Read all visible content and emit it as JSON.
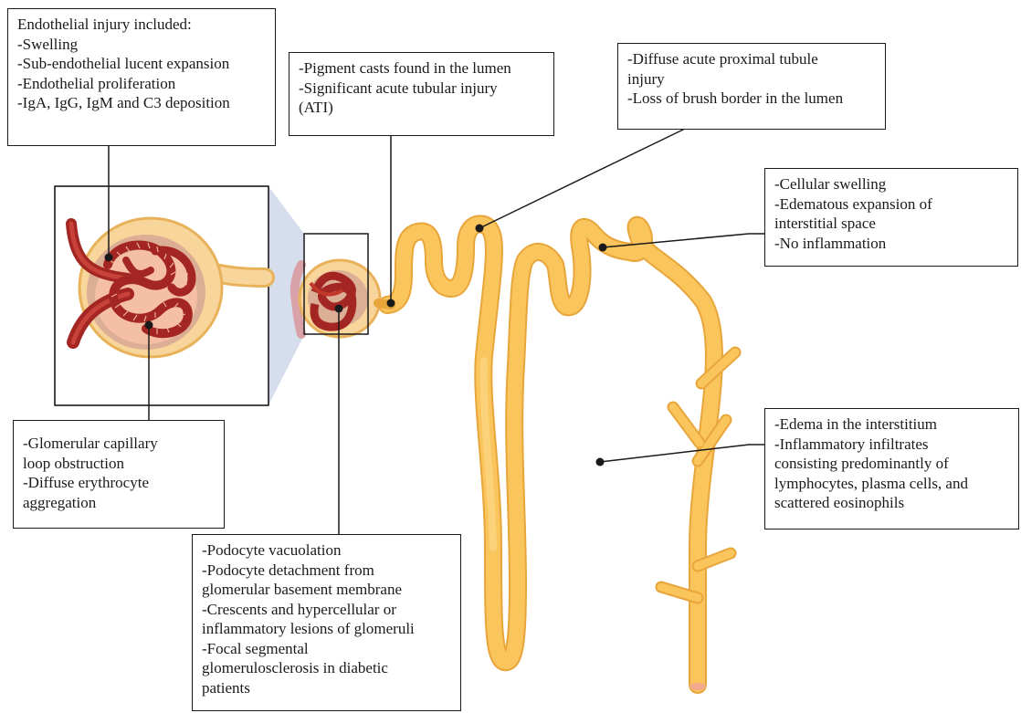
{
  "annotations": {
    "endothelial": {
      "lines": [
        "Endothelial injury included:",
        "-Swelling",
        "-Sub-endothelial lucent expansion",
        "-Endothelial proliferation",
        "-IgA, IgG, IgM and C3 deposition"
      ]
    },
    "pigment": {
      "lines": [
        "-Pigment casts found in the lumen",
        "-Significant acute tubular injury",
        "(ATI)"
      ]
    },
    "proximal": {
      "lines": [
        "-Diffuse acute proximal tubule",
        "injury",
        "-Loss of brush border in the lumen"
      ]
    },
    "cellular": {
      "lines": [
        "-Cellular swelling",
        "-Edematous expansion of",
        "interstitial space",
        "-No inflammation"
      ]
    },
    "glomerular": {
      "lines": [
        "-Glomerular capillary",
        "loop obstruction",
        "-Diffuse erythrocyte",
        "aggregation"
      ]
    },
    "edema": {
      "lines": [
        "-Edema in the interstitium",
        "-Inflammatory infiltrates",
        "consisting predominantly of",
        "lymphocytes, plasma cells, and",
        "scattered eosinophils"
      ]
    },
    "podocyte": {
      "lines": [
        "-Podocyte vacuolation",
        "-Podocyte detachment from",
        "glomerular basement membrane",
        "-Crescents and hypercellular or",
        "inflammatory lesions of glomeruli",
        "-Focal segmental",
        "glomerulosclerosis  in diabetic",
        "patients"
      ]
    }
  },
  "colors": {
    "tubule_fill": "#fbc55e",
    "tubule_edge": "#e8a53a",
    "capsule_fill": "#f8d59a",
    "capsule_edge": "#e8b25b",
    "space_fill": "#dcae96",
    "glomerulus_fill": "#f5bfa6",
    "vessel_red": "#a42622",
    "zoom_fill": "#cfd7ea",
    "leader_line": "#1a1a1a"
  }
}
